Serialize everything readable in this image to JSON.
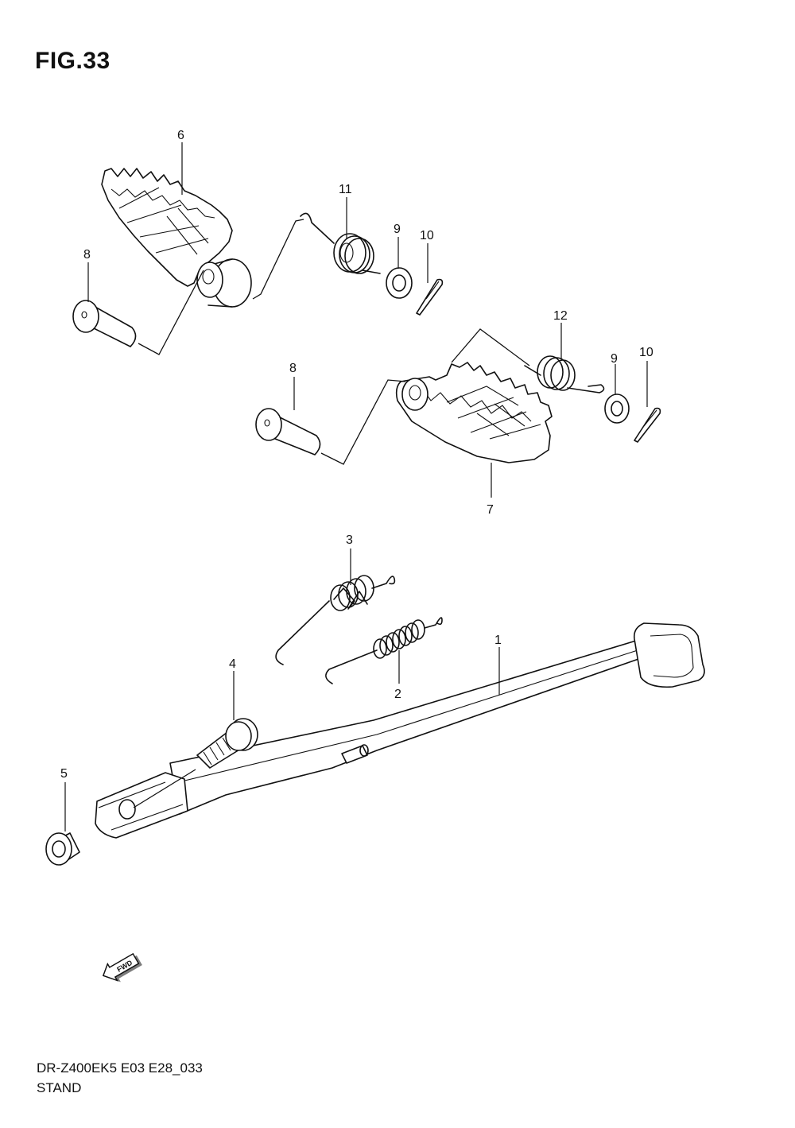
{
  "figure": {
    "title": "FIG.33"
  },
  "footer": {
    "model_code": "DR-Z400EK5 E03 E28_033",
    "section": "STAND"
  },
  "fwd_marker": {
    "label": "FWD"
  },
  "callouts": [
    {
      "id": "1",
      "label": "1"
    },
    {
      "id": "2",
      "label": "2"
    },
    {
      "id": "3",
      "label": "3"
    },
    {
      "id": "4",
      "label": "4"
    },
    {
      "id": "5",
      "label": "5"
    },
    {
      "id": "6",
      "label": "6"
    },
    {
      "id": "7",
      "label": "7"
    },
    {
      "id": "8a",
      "label": "8"
    },
    {
      "id": "8b",
      "label": "8"
    },
    {
      "id": "9a",
      "label": "9"
    },
    {
      "id": "9b",
      "label": "9"
    },
    {
      "id": "10a",
      "label": "10"
    },
    {
      "id": "10b",
      "label": "10"
    },
    {
      "id": "11",
      "label": "11"
    },
    {
      "id": "12",
      "label": "12"
    }
  ]
}
